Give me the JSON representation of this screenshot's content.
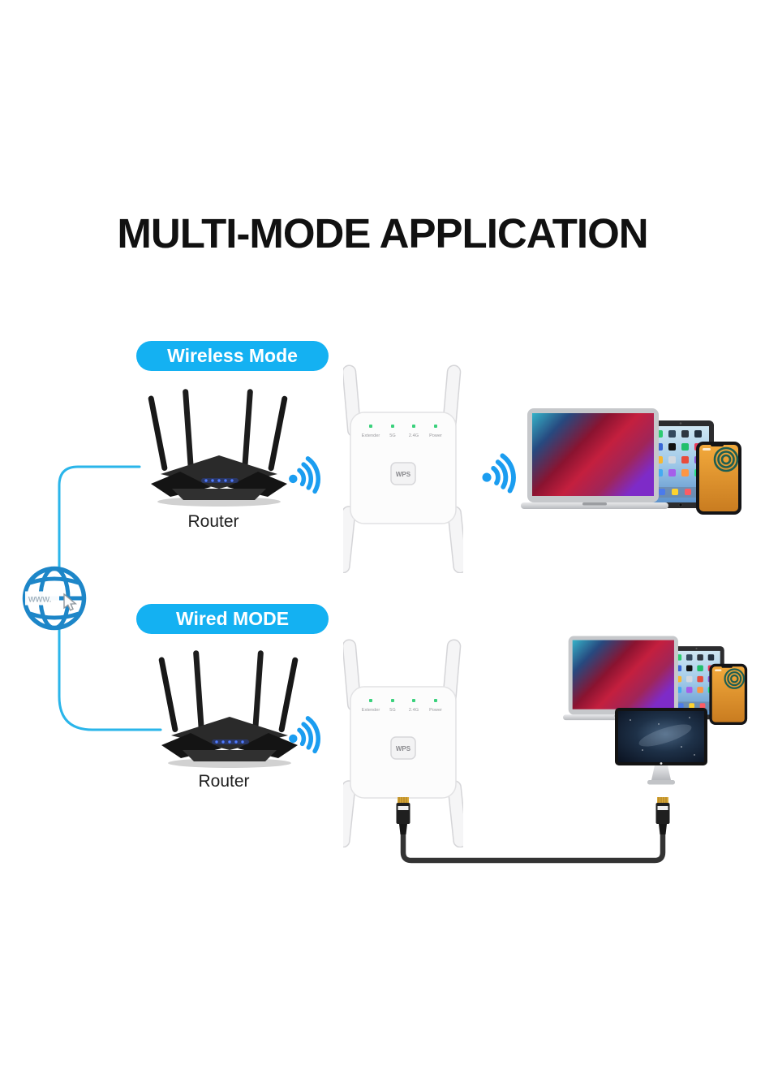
{
  "header": {
    "title": "MULTI-MODE APPLICATION"
  },
  "internet": {
    "label": "www."
  },
  "modes": {
    "wireless": {
      "badge": "Wireless Mode",
      "router_label": "Router"
    },
    "wired": {
      "badge": "Wired MODE",
      "router_label": "Router"
    }
  },
  "extender": {
    "leds": [
      "Extender",
      "5G",
      "2.4G",
      "Power"
    ],
    "wps_label": "WPS"
  },
  "icons": [
    "globe-icon",
    "cursor-icon",
    "wifi-signal-icon",
    "router-device",
    "extender-device",
    "laptop-device",
    "tablet-device",
    "phone-device",
    "monitor-device",
    "ethernet-cable"
  ],
  "colors": {
    "badge_cyan": "#14b1f2",
    "wifi_blue": "#1b9df0",
    "globe_blue": "#1d86c8",
    "line_cyan": "#2ab5ea",
    "led_green": "#3ad17c",
    "title_black": "#111111",
    "router_led_blue": "#4f7bff"
  }
}
